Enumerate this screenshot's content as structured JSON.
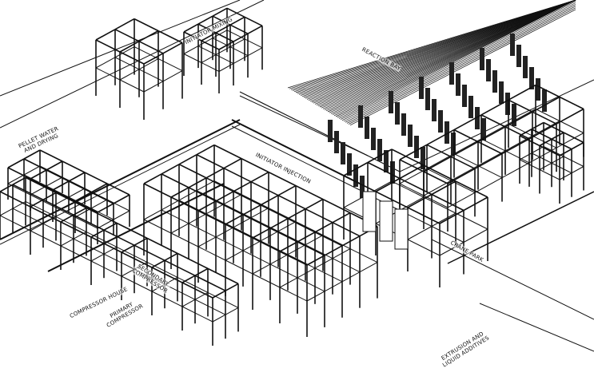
{
  "labels": {
    "initiator_mixing": "INITIATOR MIXING",
    "reaction_bay": "REACTION BAY",
    "pellet_water_1": "PELLET WATER",
    "pellet_water_2": "AND DRYING",
    "initiator_injection": "INITIATOR INJECTION",
    "crane_park": "CRANE PARK",
    "compressor_house": "COMPRESSOR HOUSE",
    "primary_1": "PRIMARY",
    "primary_2": "COMPRESSOR",
    "secondary_1": "SECONDARY",
    "secondary_2": "COMPRESSOR",
    "extrusion_1": "EXTRUSION AND",
    "extrusion_2": "LIQUID ADDITIVES"
  },
  "colors": {
    "line": "#111111",
    "background": "#ffffff"
  }
}
